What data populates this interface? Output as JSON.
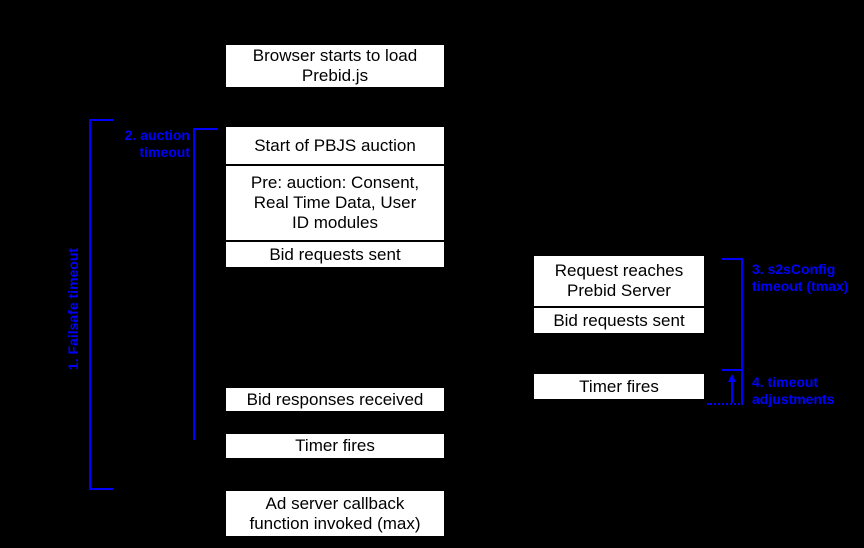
{
  "colors": {
    "background": "#000000",
    "box_fill": "#ffffff",
    "box_text": "#000000",
    "accent_blue": "#0000ff"
  },
  "client_timeline": {
    "browser_load": "Browser starts to load\nPrebid.js",
    "auction_stack": [
      "Start of PBJS auction",
      "Pre: auction: Consent,\nReal Time Data, User\nID modules",
      "Bid requests sent"
    ],
    "bid_responses": "Bid responses received",
    "timer_fires": "Timer fires",
    "ad_server_callback": "Ad server callback\nfunction invoked (max)"
  },
  "server_timeline": {
    "request_stack": [
      "Request reaches\nPrebid Server",
      "Bid requests sent"
    ],
    "timer_fires": "Timer fires"
  },
  "annotations": {
    "failsafe_timeout": "1. Failsafe timeout",
    "auction_timeout": "2. auction\ntimeout",
    "s2s_timeout": "3. s2sConfig\ntimeout (tmax)",
    "timeout_adjustments": "4. timeout\nadjustments"
  }
}
